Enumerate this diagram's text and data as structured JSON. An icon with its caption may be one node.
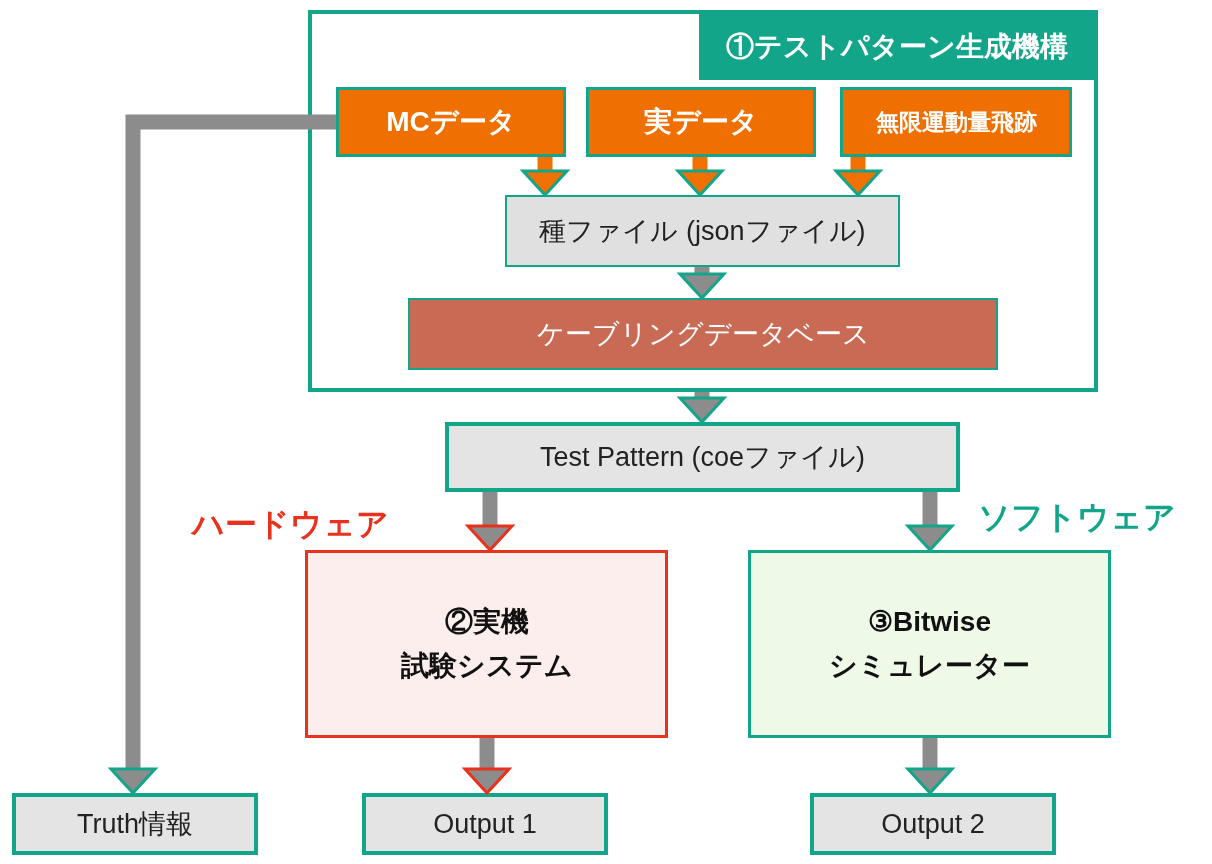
{
  "diagram": {
    "nodes": [
      {
        "text": [
          "①テストパターン生成機構"
        ]
      },
      {
        "text": [
          "MCデータ"
        ],
        "in": 0
      },
      {
        "text": [
          "実データ"
        ],
        "in": 0
      },
      {
        "text": [
          "無限運動量飛跡"
        ],
        "in": 0
      },
      {
        "text": [
          "種ファイル (jsonファイル)"
        ],
        "in": 0
      },
      {
        "text": [
          "ケーブリングデータベース"
        ],
        "in": 0
      },
      {
        "text": [
          "Test Pattern (coeファイル)"
        ]
      },
      {
        "text": [
          "②実機",
          "試験システム"
        ]
      },
      {
        "text": [
          "③Bitwise",
          "シミュレーター"
        ]
      },
      {
        "text": [
          "Truth情報"
        ]
      },
      {
        "text": [
          "Output 1"
        ]
      },
      {
        "text": [
          "Output 2"
        ]
      }
    ],
    "edges": [
      {
        "from": 1,
        "to": 4,
        "arrow": "to",
        "color": "#f07000"
      },
      {
        "from": 2,
        "to": 4,
        "arrow": "to",
        "color": "#f07000"
      },
      {
        "from": 3,
        "to": 4,
        "arrow": "to",
        "color": "#f07000"
      },
      {
        "from": 4,
        "to": 5,
        "arrow": "to"
      },
      {
        "from": 0,
        "to": 6,
        "arrow": "to"
      },
      {
        "from": 6,
        "to": 7,
        "arrow": "to",
        "label": "ハードウェア"
      },
      {
        "from": 6,
        "to": 8,
        "arrow": "to",
        "label": "ソフトウェア"
      },
      {
        "from": 7,
        "to": 10,
        "arrow": "to"
      },
      {
        "from": 8,
        "to": 11,
        "arrow": "to"
      },
      {
        "from": 1,
        "to": 9,
        "arrow": "to"
      }
    ]
  }
}
